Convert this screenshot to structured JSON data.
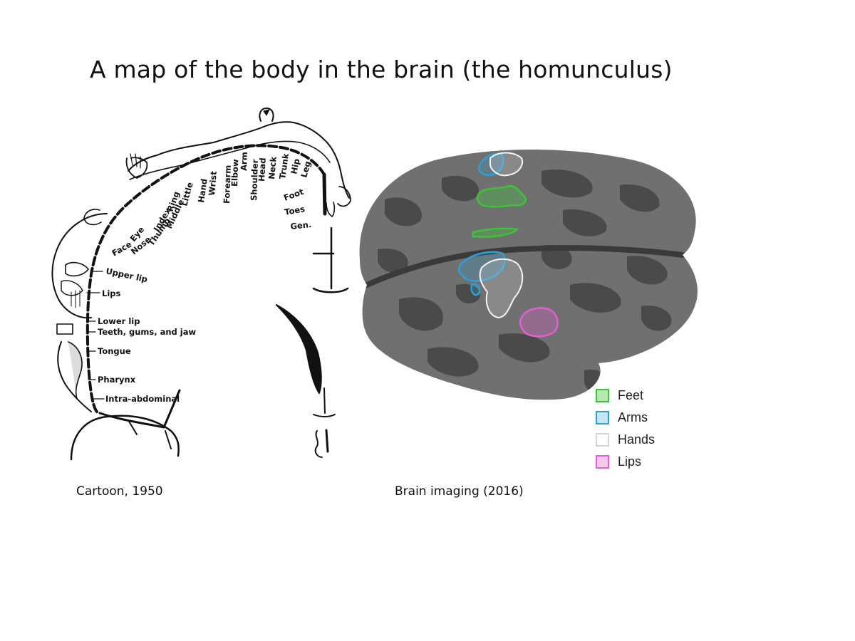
{
  "title": "A map of the body in the brain (the homunculus)",
  "captions": {
    "left": "Cartoon, 1950",
    "right": "Brain imaging (2016)"
  },
  "homunculus_labels": [
    "Leg",
    "Hip",
    "Trunk",
    "Neck",
    "Head",
    "Shoulder",
    "Arm",
    "Elbow",
    "Forearm",
    "Wrist",
    "Hand",
    "Little",
    "Ring",
    "Middle",
    "Index",
    "Thumb",
    "Eye",
    "Nose",
    "Face",
    "Upper lip",
    "Lips",
    "Lower lip",
    "Teeth, gums, and jaw",
    "Tongue",
    "Pharynx",
    "Intra-abdominal",
    "Foot",
    "Toes",
    "Gen."
  ],
  "legend": [
    {
      "label": "Feet",
      "color": "#3ec23a",
      "fill": "#b6e8b0"
    },
    {
      "label": "Arms",
      "color": "#2f9fd4",
      "fill": "#c6e6f4"
    },
    {
      "label": "Hands",
      "color": "#d6d6d6",
      "fill": "#ffffff"
    },
    {
      "label": "Lips",
      "color": "#e35fd1",
      "fill": "#f6c7ef"
    }
  ]
}
